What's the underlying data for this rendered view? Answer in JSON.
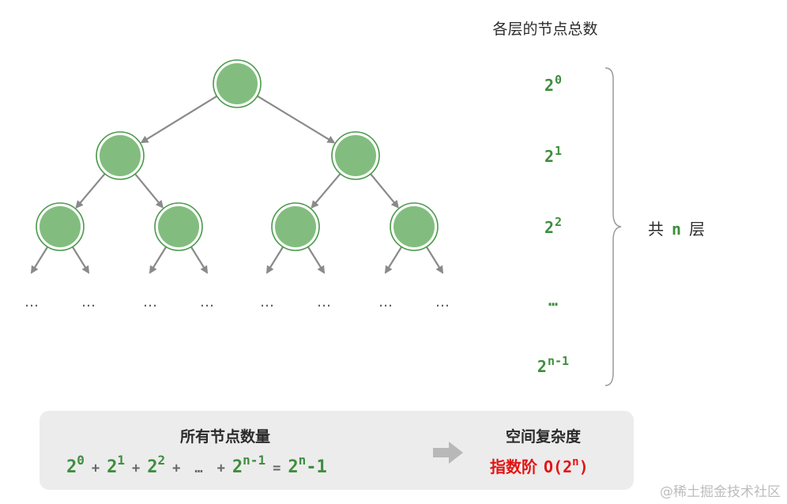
{
  "header": {
    "title": "各层的节点总数"
  },
  "levels": [
    {
      "base": "2",
      "exp": "0"
    },
    {
      "base": "2",
      "exp": "1"
    },
    {
      "base": "2",
      "exp": "2"
    },
    {
      "base": "",
      "exp": "",
      "ellipsis": "…"
    },
    {
      "base": "2",
      "exp": "n-1"
    }
  ],
  "total_layers": {
    "prefix": "共",
    "n": "n",
    "suffix": "层"
  },
  "tree": {
    "node_color": "#82bd7f",
    "node_ring": "#4a9a4a",
    "edge_color": "#8a8a8a",
    "ellipsis": "…"
  },
  "summary": {
    "title": "所有节点数量",
    "terms": [
      {
        "base": "2",
        "exp": "0"
      },
      {
        "op": "+"
      },
      {
        "base": "2",
        "exp": "1"
      },
      {
        "op": "+"
      },
      {
        "base": "2",
        "exp": "2"
      },
      {
        "op": "+"
      },
      {
        "plain": "…"
      },
      {
        "op": "+"
      },
      {
        "base": "2",
        "exp": "n-1"
      },
      {
        "op": "="
      },
      {
        "base": "2",
        "exp": "n",
        "tail": "-1"
      }
    ]
  },
  "complexity": {
    "title": "空间复杂度",
    "label": "指数阶",
    "prefix": "O(2",
    "exp": "n",
    "suffix": ")",
    "color": "#e31414"
  },
  "watermark": "@稀土掘金技术社区"
}
